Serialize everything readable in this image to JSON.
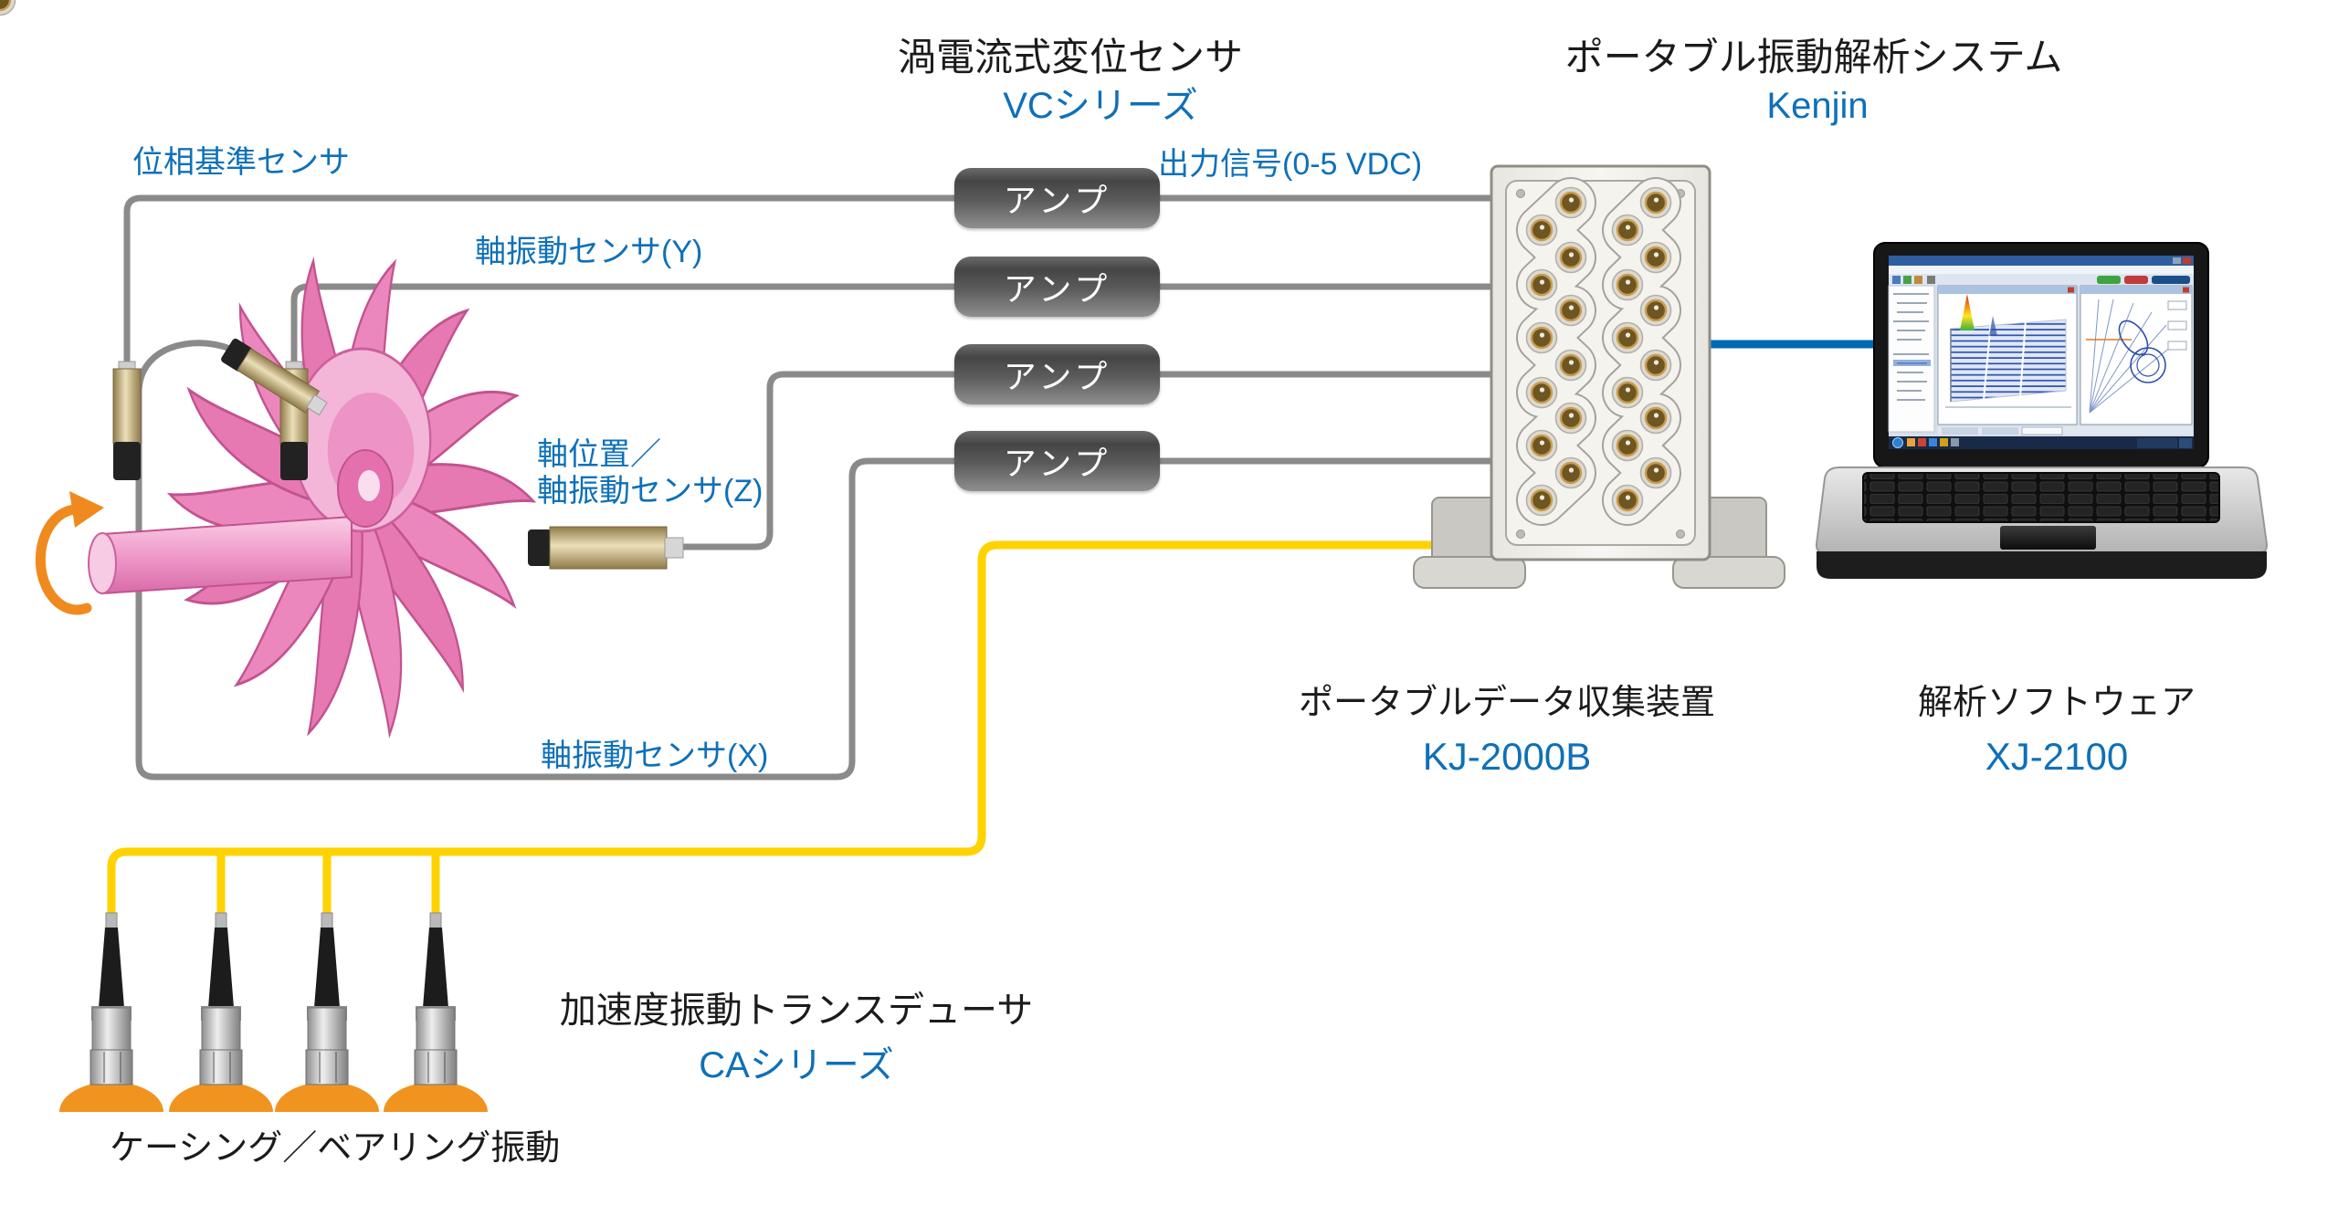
{
  "titles": {
    "eddy_sensor": {
      "name": "渦電流式変位センサ",
      "series": "VCシリーズ"
    },
    "analysis_system": {
      "name": "ポータブル振動解析システム",
      "series": "Kenjin"
    }
  },
  "sensor_labels": {
    "phase_reference": "位相基準センサ",
    "shaft_vibration_y": "軸振動センサ(Y)",
    "shaft_position_line1": "軸位置／",
    "shaft_position_line2": "軸振動センサ(Z)",
    "shaft_vibration_x": "軸振動センサ(X)"
  },
  "amps": [
    "アンプ",
    "アンプ",
    "アンプ",
    "アンプ"
  ],
  "output_signal_label": "出力信号(0-5 VDC)",
  "data_collector": {
    "name": "ポータブルデータ収集装置",
    "model": "KJ-2000B"
  },
  "analysis_software": {
    "name": "解析ソフトウェア",
    "model": "XJ-2100"
  },
  "accelerometers": {
    "name": "加速度振動トランスデューサ",
    "series": "CAシリーズ",
    "location_label": "ケーシング／ベアリング振動"
  },
  "colors": {
    "accent_blue_text": "#0e70b8",
    "cable_gray": "#8a8a8a",
    "cable_yellow": "#ffd200",
    "cable_blue": "#0069b4",
    "turbine_pink": "#ec87bd",
    "mound_orange": "#f0941f"
  }
}
